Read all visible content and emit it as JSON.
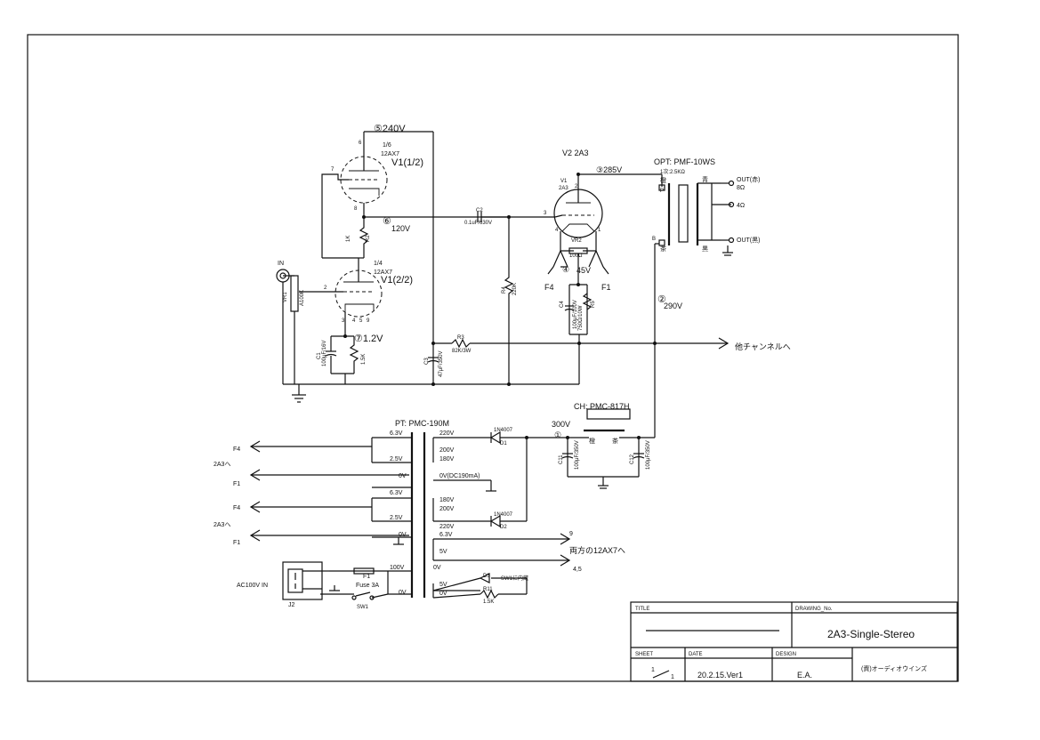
{
  "stages": {
    "pre": {
      "label_top": "V1(1/2)",
      "label_bot": "V1(2/2)",
      "tube": "12AX7",
      "half_a": "1/6",
      "half_b": "1/4",
      "pin6": "6",
      "pin7": "7",
      "pin8": "8",
      "pin1": "1",
      "pin2": "2",
      "pin3": "3",
      "pin4": "4",
      "pin5": "5",
      "pin9": "9",
      "v_plate_top": "⑤240V",
      "v_mid": "⑥",
      "v_mid_val": "120V",
      "v_cath": "⑦1.2V",
      "r2": "R2",
      "r2v": "1K",
      "c1": "C1",
      "c1v": "100μF/16V",
      "r1": "R1",
      "r1v": "1.5K",
      "vr1": "VR1",
      "vr1v": "A100K",
      "in": "IN"
    },
    "coupling": {
      "c2": "C2",
      "c2v": "0.1uF/630V",
      "r4": "R4",
      "r4v": "220K",
      "r3": "R3",
      "r3v": "82K/3W",
      "c3": "C3",
      "c3v": "47μF/350V"
    },
    "power_tube": {
      "title": "V2 2A3",
      "v1": "V1",
      "model": "2A3",
      "pin2": "2",
      "pin3": "3",
      "pin4": "4",
      "pin1": "1",
      "v_plate": "③285V",
      "vr2": "VR2",
      "vr2v": "100Ω",
      "v_cath": "④",
      "v_cath_val": "45V",
      "f4": "F4",
      "f1": "F1",
      "c4": "C4",
      "c4v": "100μF/100V",
      "r5": "R5",
      "r5v": "750Ω/10W"
    },
    "opt": {
      "title": "OPT: PMF-10WS",
      "sub": "1次:2.5KΩ",
      "p_color": "橙",
      "p": "P",
      "b": "B",
      "b_color": "茶",
      "s_blue": "青",
      "s_black": "黒",
      "out_red": "OUT(赤)",
      "ohm8": "8Ω",
      "ohm4": "4Ω",
      "out_black": "OUT(黒)"
    },
    "b_plus": {
      "n2": "②",
      "v2": "290V",
      "to_other": "他チャンネルへ"
    },
    "choke": {
      "title": "CH: PMC-817H",
      "c_l": "橙",
      "c_r": "茶",
      "n1": "①",
      "v": "300V",
      "c11": "C11",
      "c11v": "100μF/350V",
      "c12": "C12",
      "c12v": "100μF/350V"
    },
    "pt": {
      "title": "PT: PMC-190M",
      "l1": "6.3V",
      "l2": "2.5V",
      "l3": "0V",
      "l4": "6.3V",
      "l5": "2.5V",
      "l6": "0V",
      "l7": "100V",
      "l8": "0V",
      "f4a": "F4",
      "f1a": "F1",
      "to2a3a": "2A3へ",
      "f4b": "F4",
      "f1b": "F1",
      "to2a3b": "2A3へ",
      "r1": "220V",
      "r2": "200V",
      "r3": "180V",
      "r4": "0V(DC190mA)",
      "r5": "180V",
      "r6": "200V",
      "r7": "220V",
      "r8": "6.3V",
      "r9": "5V",
      "r10": "0V",
      "r11": "5V",
      "r12": "0V",
      "d1": "1N4007",
      "d1n": "D1",
      "d2": "1N4007",
      "d2n": "D2",
      "heater_to": "両方の12AX7へ",
      "pin9": "9",
      "pin45": "4,5",
      "d3": "D3",
      "d3note": "SW1に内蔵",
      "r11n": "R11",
      "r11v": "1.5K",
      "ac": "AC100V IN",
      "j2": "J2",
      "fuse": "F1",
      "fuse_v": "Fuse 3A",
      "sw1": "SW1"
    }
  },
  "title_block": {
    "title_label": "TITLE",
    "drawing_label": "DRAWING_No.",
    "drawing_value": "2A3-Single-Stereo",
    "sheet_label": "SHEET",
    "sheet_num": "1",
    "sheet_total": "1",
    "date_label": "DATE",
    "date_value": "20.2.15.Ver1",
    "design_label": "DESIGN",
    "design_value": "E.A.",
    "company": "(資)オーディオウインズ"
  }
}
